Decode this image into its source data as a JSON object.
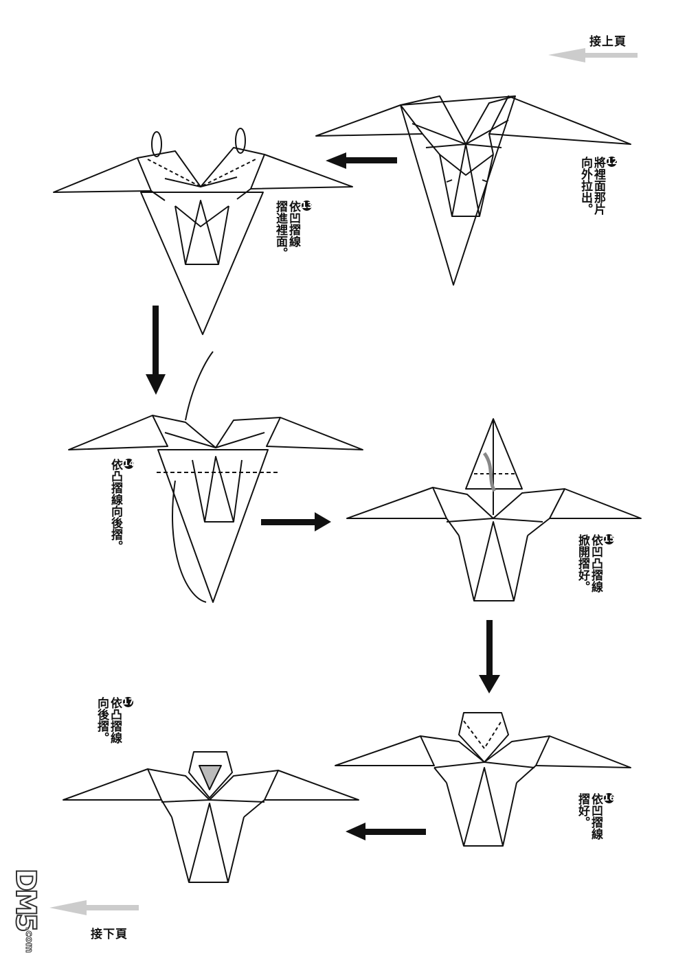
{
  "nav": {
    "prev_label": "接上頁",
    "next_label": "接下頁"
  },
  "steps": [
    {
      "num": "12",
      "lines": [
        "將裡面那片",
        "向外拉出。"
      ]
    },
    {
      "num": "13",
      "lines": [
        "依凹摺線",
        "摺進裡面。"
      ]
    },
    {
      "num": "14",
      "lines": [
        "依凸摺線向後摺。"
      ]
    },
    {
      "num": "15",
      "lines": [
        "依凹凸摺線",
        "掀開摺好。"
      ]
    },
    {
      "num": "16",
      "lines": [
        "依凹摺線",
        "摺好。"
      ]
    },
    {
      "num": "17",
      "lines": [
        "依凸摺線",
        "向後摺。"
      ]
    }
  ],
  "watermark": {
    "text": "DM5",
    "sub": ".com"
  }
}
